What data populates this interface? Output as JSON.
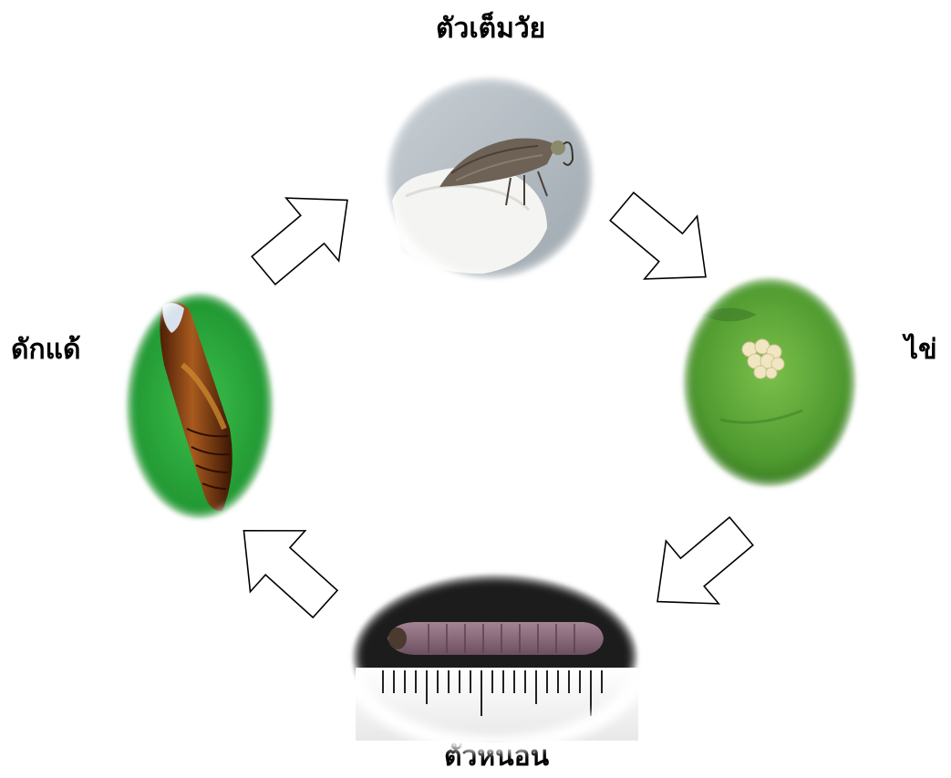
{
  "diagram": {
    "stages": {
      "adult": {
        "label": "ตัวเต็มวัย"
      },
      "egg": {
        "label": "ไข่"
      },
      "larva": {
        "label": "ตัวหนอน"
      },
      "pupa": {
        "label": "ดักแด้"
      }
    },
    "colors": {
      "arrow_fill": "#ffffff",
      "arrow_stroke": "#000000",
      "leaf_green": "#5aa03a",
      "moth_brown": "#6e6256",
      "pupa_brown": "#8a3e12",
      "larva_purple": "#8a6a7a"
    }
  }
}
